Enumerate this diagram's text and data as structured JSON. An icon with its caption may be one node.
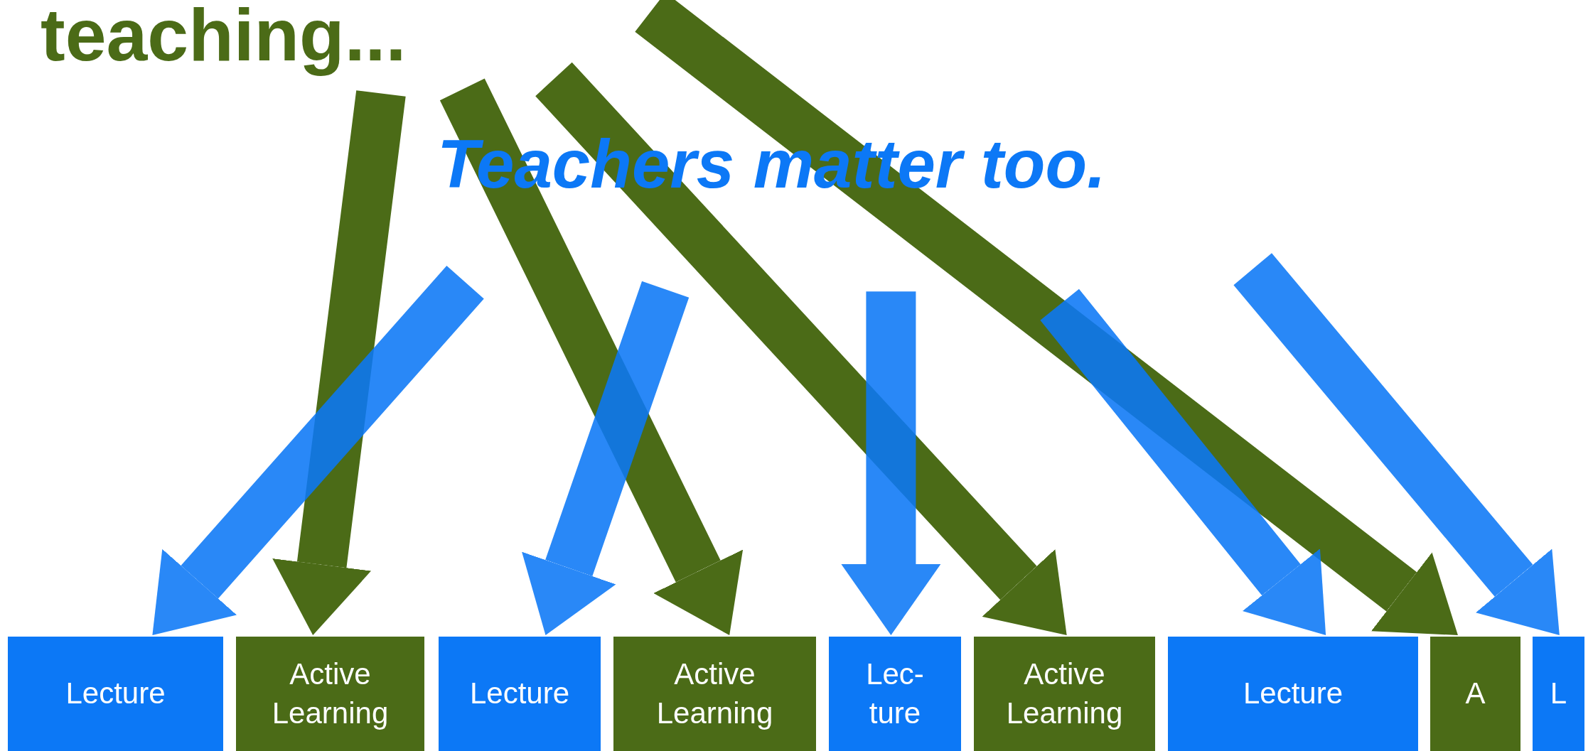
{
  "diagram": {
    "title": "teaching...",
    "nodes": [
      {
        "text": [
          "Lecture"
        ]
      },
      {
        "text": [
          "Active Learning"
        ]
      },
      {
        "text": [
          "Lecture"
        ]
      },
      {
        "text": [
          "Active Learning"
        ]
      },
      {
        "text": [
          "Lec-ture"
        ]
      },
      {
        "text": [
          "Active Learning"
        ]
      },
      {
        "text": [
          "Lecture"
        ]
      },
      {
        "text": [
          "A"
        ]
      },
      {
        "text": [
          "L"
        ]
      }
    ],
    "edges": [
      {
        "from": null,
        "to": 0,
        "arrow": "to"
      },
      {
        "from": null,
        "to": 1,
        "arrow": "to",
        "color": "#4b6b17"
      },
      {
        "from": null,
        "to": 2,
        "arrow": "to"
      },
      {
        "from": null,
        "to": 3,
        "arrow": "to",
        "color": "#4b6b17"
      },
      {
        "from": null,
        "to": 4,
        "arrow": "to"
      },
      {
        "from": null,
        "to": 5,
        "arrow": "to",
        "color": "#4b6b17"
      },
      {
        "from": null,
        "to": 6,
        "arrow": "to"
      },
      {
        "from": null,
        "to": 7,
        "arrow": "to",
        "color": "#4b6b17"
      },
      {
        "from": null,
        "to": 8,
        "arrow": "to"
      }
    ],
    "labels": [
      "Teachers matter too."
    ]
  }
}
